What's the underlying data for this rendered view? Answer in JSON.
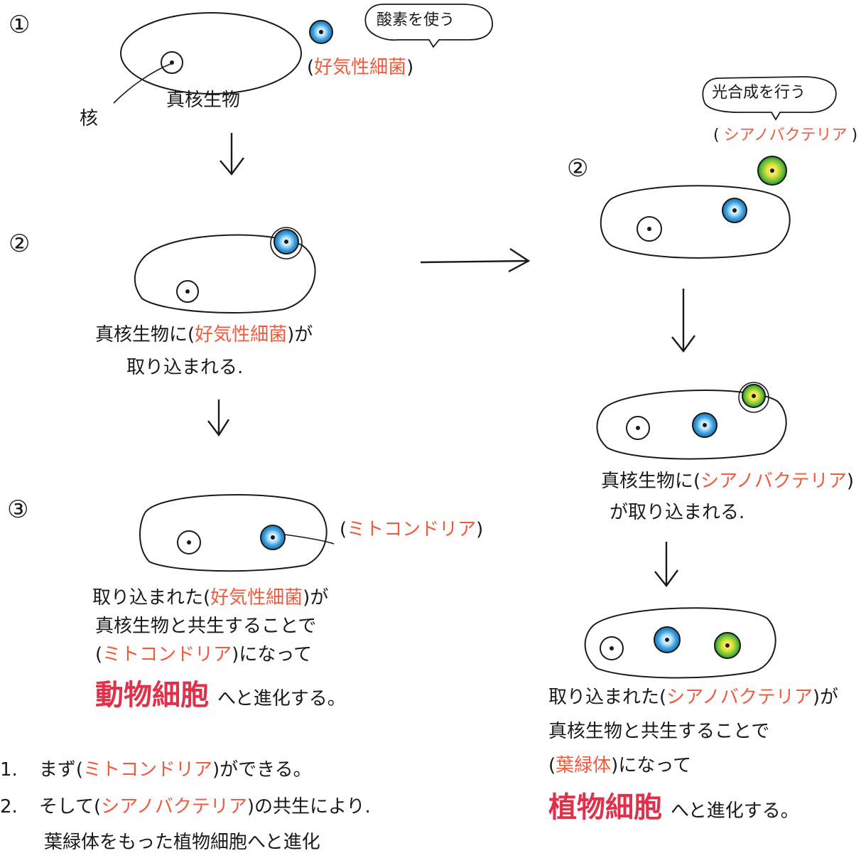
{
  "left": {
    "step1": {
      "num": "①",
      "speech": "酸素を使う",
      "bacteria_paren_l": "(",
      "bacteria_label": "好気性細菌",
      "bacteria_paren_r": ")",
      "host_label": "真核生物",
      "nucleus_label": "核"
    },
    "step2": {
      "num": "②",
      "caption_l1_a": "真核生物に(",
      "caption_l1_red": "好気性細菌",
      "caption_l1_b": ")が",
      "caption_l2": "取り込まれる."
    },
    "step3": {
      "num": "③",
      "organelle_paren_l": "(",
      "organelle_label": "ミトコンドリア",
      "organelle_paren_r": ")",
      "c1_a": "取り込まれた(",
      "c1_red": "好気性細菌",
      "c1_b": ")が",
      "c2": "真核生物と共生することで",
      "c3_a": "(",
      "c3_red": "ミトコンドリア",
      "c3_b": ")になって",
      "c4_red": "動物細胞",
      "c4_b": "へと進化する。"
    }
  },
  "summary": {
    "l1_n": "1.",
    "l1_a": "まず(",
    "l1_red": "ミトコンドリア",
    "l1_b": ")ができる。",
    "l2_n": "2.",
    "l2_a": "そして(",
    "l2_red": "シアノバクテリア",
    "l2_b": ")の共生により.",
    "l3": "葉緑体をもった植物細胞へと進化"
  },
  "right": {
    "step2_num": "②",
    "speech": "光合成を行う",
    "bacteria_paren_l": "(",
    "bacteria_label": "シアノバクテリア",
    "bacteria_paren_r": ")",
    "cap1_a": "真核生物に(",
    "cap1_red": "シアノバクテリア",
    "cap1_b": ")",
    "cap2": "が取り込まれる.",
    "c1_a": "取り込まれた(",
    "c1_red": "シアノバクテリア",
    "c1_b": ")が",
    "c2": "真核生物と共生することで",
    "c3_a": "(",
    "c3_red": "葉緑体",
    "c3_b": ")になって",
    "c4_red": "植物細胞",
    "c4_b": "へと進化する。"
  },
  "colors": {
    "ink": "#1a1a1a",
    "label_red": "#ef5b3c",
    "emphasis_magenta": "#e0304a",
    "bacteria_blue": "#3aa0dc",
    "cyano_green": "#6cc23a",
    "cyano_yellow": "#e6e23a"
  }
}
